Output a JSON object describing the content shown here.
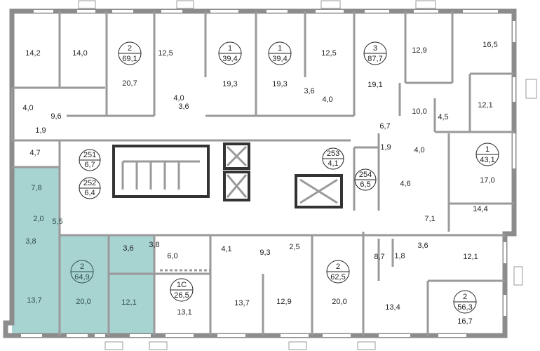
{
  "colors": {
    "highlight_apartment": "#a7d3d0",
    "walls": "#8c8c8c",
    "text": "#222222"
  },
  "rooms": [
    "14,2",
    "14,0",
    "20,7",
    "12,5",
    "4,0",
    "3,6",
    "19,3",
    "19,3",
    "12,5",
    "3,6",
    "4,0",
    "19,1",
    "12,9",
    "16,5",
    "10,0",
    "4,5",
    "12,1",
    "6,7",
    "4,0",
    "9,6",
    "1,9",
    "4,7",
    "1,9",
    "4,0",
    "17,0",
    "4,6",
    "14,4",
    "7,1",
    "7,8",
    "2,0",
    "5,5",
    "3,8",
    "13,7",
    "20,0",
    "12,1",
    "3,6",
    "3,8",
    "6,0",
    "13,1",
    "4,1",
    "9,3",
    "13,7",
    "2,5",
    "12,9",
    "20,0",
    "8,7",
    "1,8",
    "3,6",
    "12,1",
    "13,4",
    "16,7"
  ],
  "apartments": [
    {
      "rooms": "2",
      "area": "69,1"
    },
    {
      "rooms": "1",
      "area": "39,4"
    },
    {
      "rooms": "1",
      "area": "39,4"
    },
    {
      "rooms": "3",
      "area": "87,7"
    },
    {
      "rooms": "1",
      "area": "43,1"
    },
    {
      "rooms": "2",
      "area": "64,9",
      "highlighted": true
    },
    {
      "rooms": "1С",
      "area": "26,5"
    },
    {
      "rooms": "2",
      "area": "62,5"
    },
    {
      "rooms": "2",
      "area": "56,3"
    }
  ],
  "storage": [
    {
      "number": "251",
      "area": "6,7"
    },
    {
      "number": "252",
      "area": "6,4"
    },
    {
      "number": "253",
      "area": "4,1"
    },
    {
      "number": "254",
      "area": "6,5"
    }
  ]
}
